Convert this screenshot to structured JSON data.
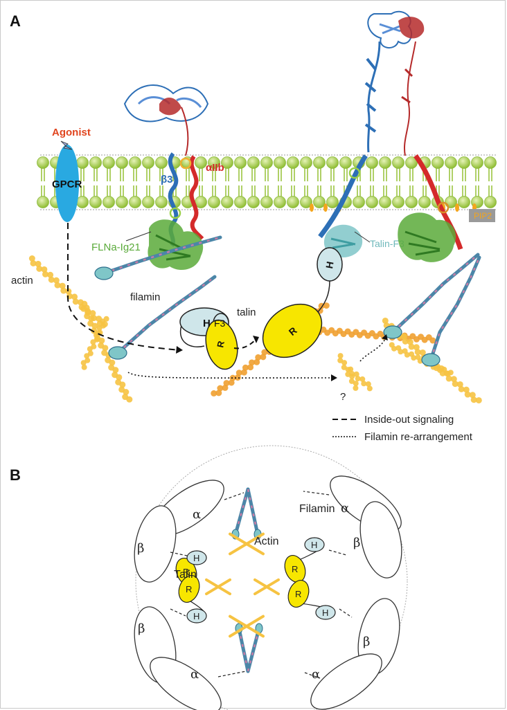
{
  "panel_a": {
    "label": "A",
    "agonist": "Agonist",
    "gpcr": "GPCR",
    "beta3": "β3",
    "alpha_iib": "αIIb",
    "flna_ig21": "FLNa-Ig21",
    "actin": "actin",
    "filamin": "filamin",
    "talin": "talin",
    "talin_f3": "Talin-F3",
    "pip2": "PIP2",
    "domain_h": "H",
    "domain_f3": "F3",
    "domain_r": "R",
    "question": "?",
    "legend": {
      "dashed": "Inside-out signaling",
      "dotted": "Filamin re-arrangement"
    }
  },
  "panel_b": {
    "label": "B",
    "alpha": "α",
    "beta": "β",
    "filamin": "Filamin",
    "actin": "Actin",
    "talin": "Talin",
    "domain_h": "H",
    "domain_r": "R"
  },
  "colors": {
    "membrane": "#a8cd4a",
    "gpcr": "#29a9e1",
    "agonist": "#e0451f",
    "beta3": "#2d6fb6",
    "alpha_iib": "#d42a2a",
    "flna": "#5aaa3a",
    "talin_f3": "#7fc6c8",
    "actin": "#f6c342",
    "actin_orange": "#f0a030",
    "talin_r": "#f7e600",
    "domain_h": "#cfe6ea",
    "pip2": "#f4a51c"
  }
}
